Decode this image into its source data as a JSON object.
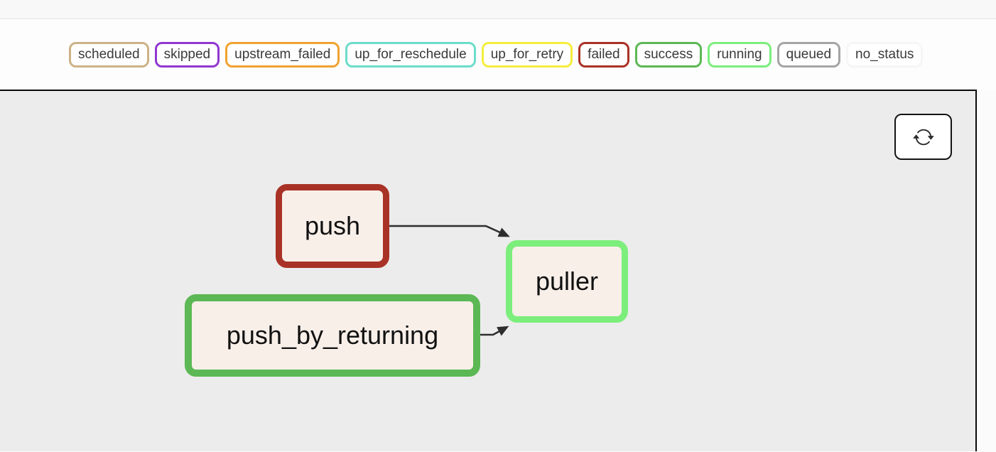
{
  "legend": {
    "items": [
      {
        "label": "scheduled",
        "color": "#ccb286"
      },
      {
        "label": "skipped",
        "color": "#9137d1"
      },
      {
        "label": "upstream_failed",
        "color": "#f0a22f"
      },
      {
        "label": "up_for_reschedule",
        "color": "#6cdcca"
      },
      {
        "label": "up_for_retry",
        "color": "#f5ee3d"
      },
      {
        "label": "failed",
        "color": "#a93226"
      },
      {
        "label": "success",
        "color": "#5cb854"
      },
      {
        "label": "running",
        "color": "#7cee7c"
      },
      {
        "label": "queued",
        "color": "#a5a5a5"
      },
      {
        "label": "no_status",
        "color": "#f6f6f6"
      }
    ]
  },
  "graph": {
    "background": "#ececec",
    "node_fill": "#f9efe9",
    "edge_color": "#2d2d2d",
    "nodes": [
      {
        "id": "push",
        "label": "push",
        "state": "failed",
        "border_color": "#a93226"
      },
      {
        "id": "puller",
        "label": "puller",
        "state": "running",
        "border_color": "#7cee7c"
      },
      {
        "id": "push_by_returning",
        "label": "push_by_returning",
        "state": "success",
        "border_color": "#5cb854"
      }
    ],
    "edges": [
      {
        "from": "push",
        "to": "puller"
      },
      {
        "from": "push_by_returning",
        "to": "puller"
      }
    ]
  },
  "toolbar": {
    "refresh_button": {
      "icon": "refresh-icon"
    }
  }
}
